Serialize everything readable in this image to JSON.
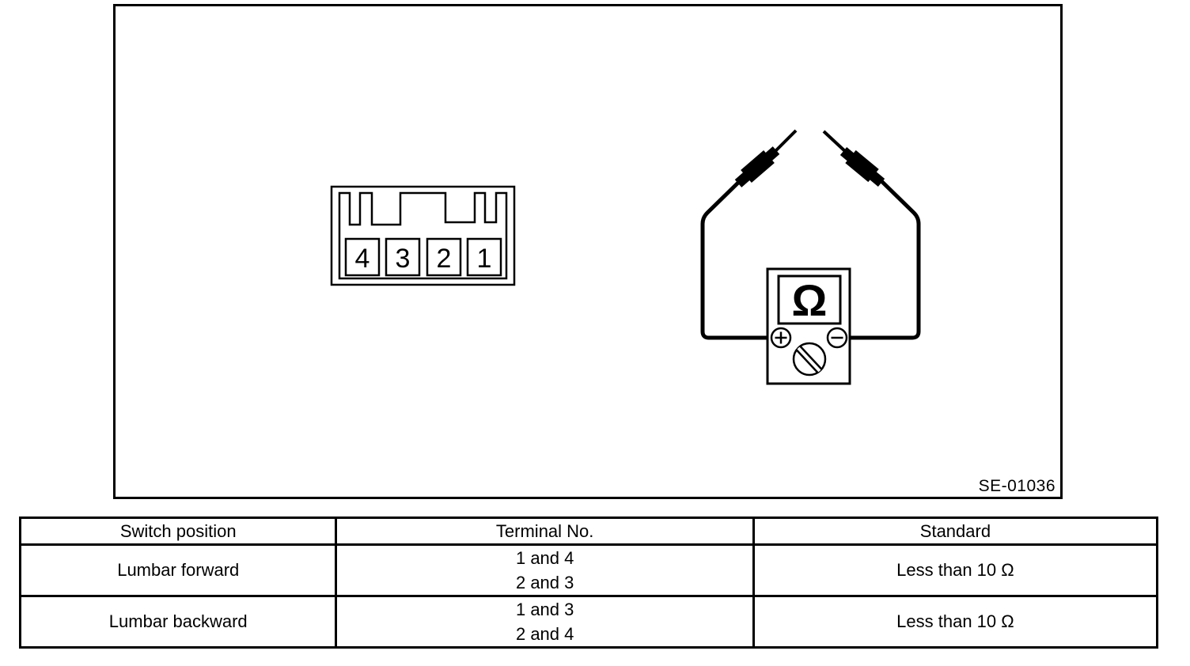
{
  "page": {
    "background": "#ffffff",
    "line_color": "#000000"
  },
  "figure": {
    "ref_label": "SE-01036",
    "connector": {
      "terminals": [
        "4",
        "3",
        "2",
        "1"
      ]
    },
    "meter": {
      "display_symbol": "Ω"
    }
  },
  "table": {
    "headers": [
      "Switch position",
      "Terminal No.",
      "Standard"
    ],
    "rows": [
      {
        "switch_position": "Lumbar forward",
        "terminal_lines": [
          "1 and 4",
          "2 and 3"
        ],
        "standard": "Less than 10 Ω"
      },
      {
        "switch_position": "Lumbar backward",
        "terminal_lines": [
          "1 and 3",
          "2 and 4"
        ],
        "standard": "Less than 10 Ω"
      }
    ]
  }
}
